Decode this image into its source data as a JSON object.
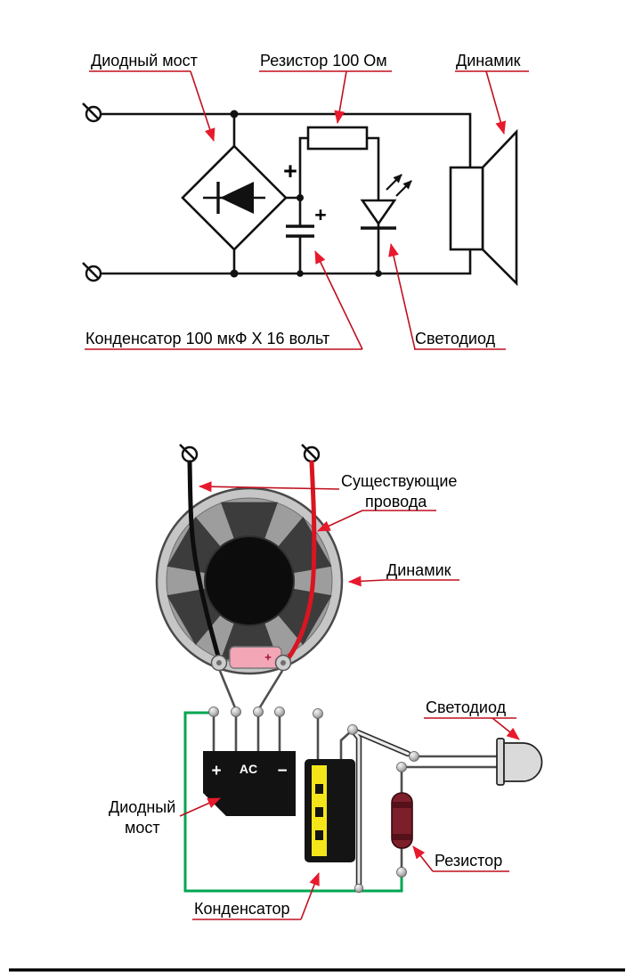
{
  "colors": {
    "leader_red": "#c00f1e",
    "arrow_red": "#e8192c",
    "wire_green": "#00a650",
    "wire_red": "#da1522",
    "wire_black": "#0d0d0d",
    "cap_stripe": "#f4e51a",
    "terminal_pink": "#f2a6b6",
    "resistor_body": "#7d1f2a"
  },
  "schematic": {
    "label_diode_bridge": "Диодный мост",
    "label_resistor": "Резистор 100 Ом",
    "label_speaker": "Динамик",
    "label_capacitor": "Конденсатор 100 мкФ Х 16 вольт",
    "label_led": "Светодиод",
    "bridge_plus": "+",
    "cap_plus": "+"
  },
  "wiring": {
    "label_existing_wires_1": "Существующие",
    "label_existing_wires_2": "провода",
    "label_speaker": "Динамик",
    "label_led": "Светодиод",
    "label_bridge_1": "Диодный",
    "label_bridge_2": "мост",
    "label_resistor": "Резистор",
    "label_capacitor": "Конденсатор",
    "bridge_plus": "+",
    "bridge_ac": "AC",
    "bridge_minus": "−",
    "terminal_plus": "+"
  }
}
